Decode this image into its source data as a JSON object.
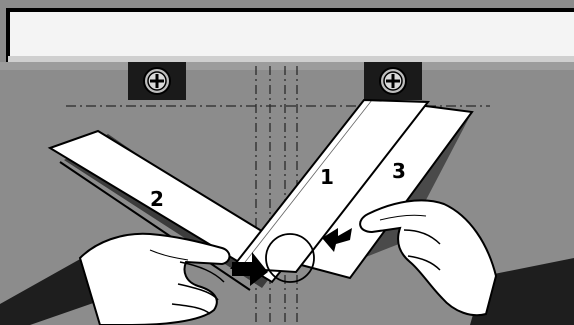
{
  "illustration": {
    "strip_labels": {
      "first": "1",
      "second": "2",
      "third": "3"
    },
    "colors": {
      "wall": "#8c8c8c",
      "rail": "#f4f4f4",
      "strip": "#ffffff",
      "outline": "#000000",
      "bracket": "#1a1a1a",
      "hand": "#ffffff",
      "sleeve": "#1e1e1e"
    },
    "icons": [
      "screw-head-icon",
      "push-arrow-icon",
      "focus-circle-icon"
    ]
  }
}
